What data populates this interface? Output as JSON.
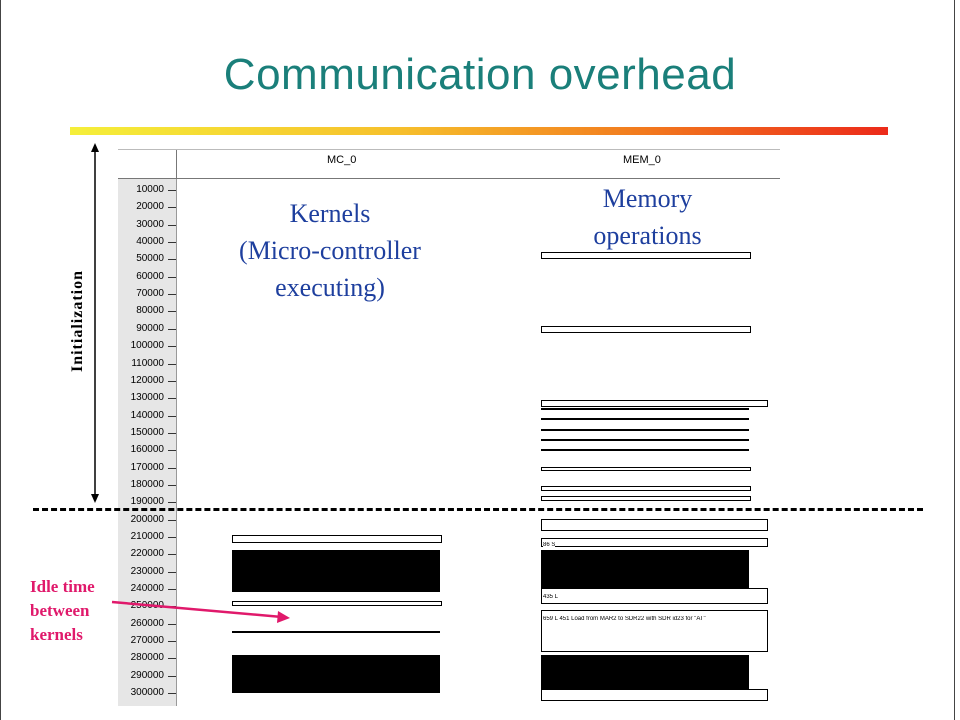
{
  "slide": {
    "title": "Communication overhead",
    "side_label": "Initialization",
    "kernels_annotation": [
      "Kernels",
      "(Micro-controller",
      "executing)"
    ],
    "memory_annotation": [
      "Memory",
      "operations"
    ],
    "idle_annotation": [
      "Idle time",
      "between",
      "kernels"
    ]
  },
  "timeline": {
    "columns": [
      "MC_0",
      "MEM_0"
    ],
    "ticks": [
      "10000",
      "20000",
      "30000",
      "40000",
      "50000",
      "60000",
      "70000",
      "80000",
      "90000",
      "100000",
      "110000",
      "120000",
      "130000",
      "140000",
      "150000",
      "160000",
      "170000",
      "180000",
      "190000",
      "200000",
      "210000",
      "220000",
      "230000",
      "240000",
      "250000",
      "260000",
      "270000",
      "280000",
      "290000",
      "300000"
    ],
    "block_labels": [
      "86 S",
      "435 L",
      "659 L 451 Load from MAR2 to SDR22 with SDR id23 for \"AT\""
    ]
  },
  "colors": {
    "title": "#1a7f7a",
    "annotation": "#1e3f9e",
    "idle": "#e0196b"
  }
}
